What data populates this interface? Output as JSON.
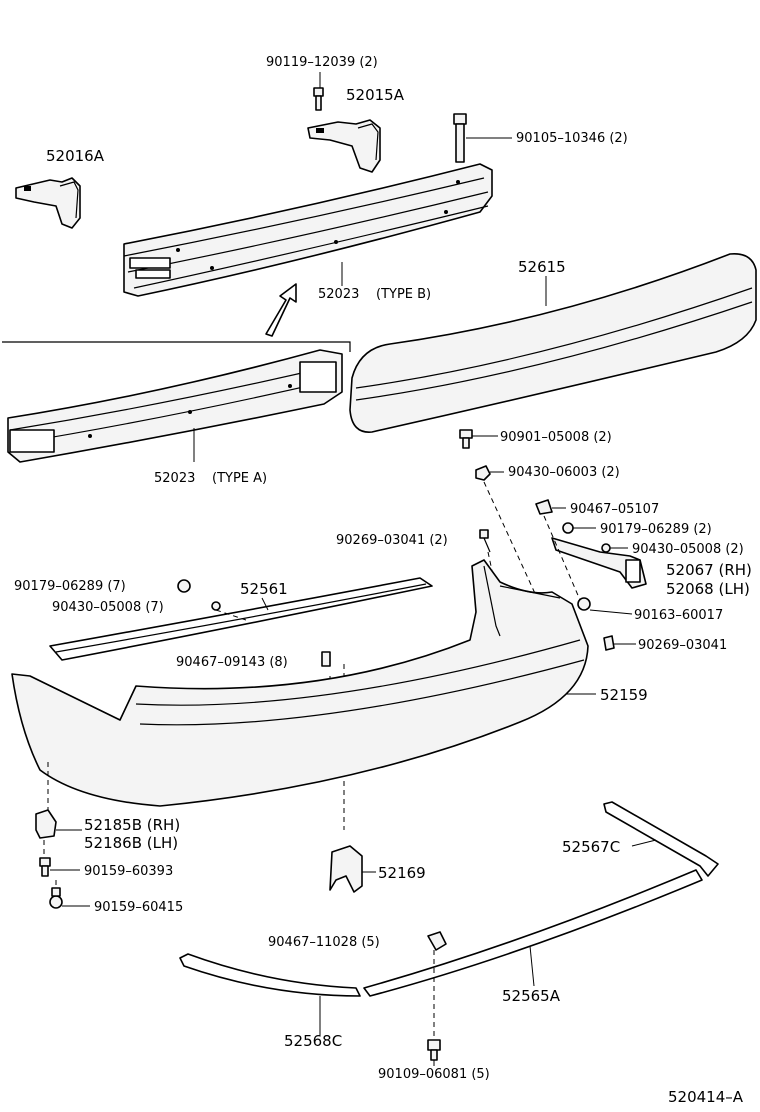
{
  "diagram_id": "520414–A",
  "labels": {
    "bolt_top": "90119–12039 (2)",
    "bracket_a": "52015A",
    "bolt_right": "90105–10346 (2)",
    "bracket_b": "52016A",
    "reinf_b_num": "52023",
    "reinf_b_type": "(TYPE  B)",
    "absorber": "52615",
    "reinf_a_num": "52023",
    "reinf_a_type": "(TYPE  A)",
    "screw_1": "90901–05008 (2)",
    "nut_1": "90430–06003 (2)",
    "clip_1": "90467–05107",
    "screw_2": "90269–03041 (2)",
    "screw_3": "90179–06289 (2)",
    "nut_2": "90430–05008 (2)",
    "support_rh": "52067 (RH)",
    "support_lh": "52068 (LH)",
    "screw_4": "90179–06289 (7)",
    "retainer": "52561",
    "nut_3": "90430–05008 (7)",
    "bolt_4": "90163–60017",
    "clip_2": "90467–09143 (8)",
    "screw_5": "90269–03041",
    "bumper_cover": "52159",
    "bracket_rh": "52185B (RH)",
    "bracket_lh": "52186B (LH)",
    "screw_6": "90159–60393",
    "screw_7": "90159–60415",
    "center_stay": "52169",
    "moulding_c": "52567C",
    "clip_3": "90467–11028 (5)",
    "moulding_a": "52565A",
    "moulding_left": "52568C",
    "screw_8": "90109–06081 (5)"
  }
}
